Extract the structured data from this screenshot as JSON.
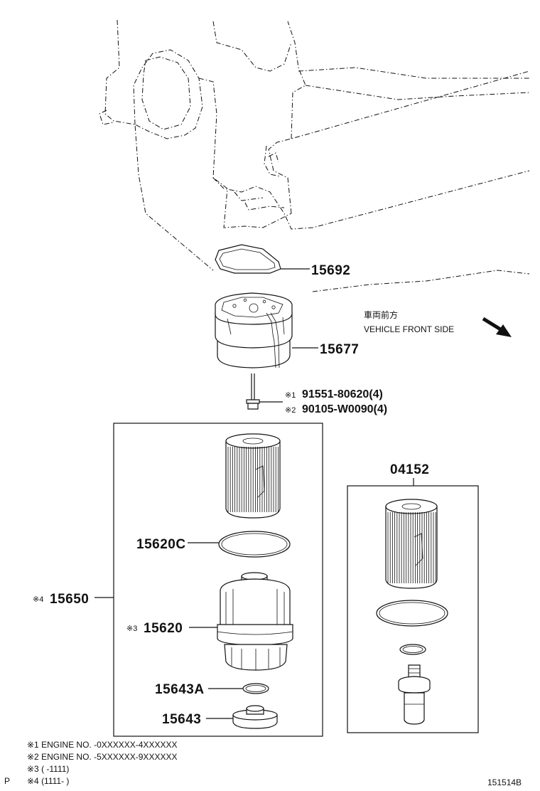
{
  "parts": {
    "p15692": "15692",
    "p15677": "15677",
    "bolt1_mark": "※1",
    "bolt1": "91551-80620(4)",
    "bolt2_mark": "※2",
    "bolt2": "90105-W0090(4)",
    "p04152": "04152",
    "p15620C": "15620C",
    "p15650_mark": "※4",
    "p15650": "15650",
    "p15620_mark": "※3",
    "p15620": "15620",
    "p15643A": "15643A",
    "p15643": "15643"
  },
  "direction": {
    "jp": "車両前方",
    "en": "VEHICLE FRONT SIDE"
  },
  "notes": [
    "※1 ENGINE NO. -0XXXXXX-4XXXXXX",
    "※2 ENGINE NO. -5XXXXXX-9XXXXXX",
    "※3 (        -1111)",
    "※4 (1111-        )"
  ],
  "footer": {
    "left": "P",
    "ref": "151514B"
  }
}
